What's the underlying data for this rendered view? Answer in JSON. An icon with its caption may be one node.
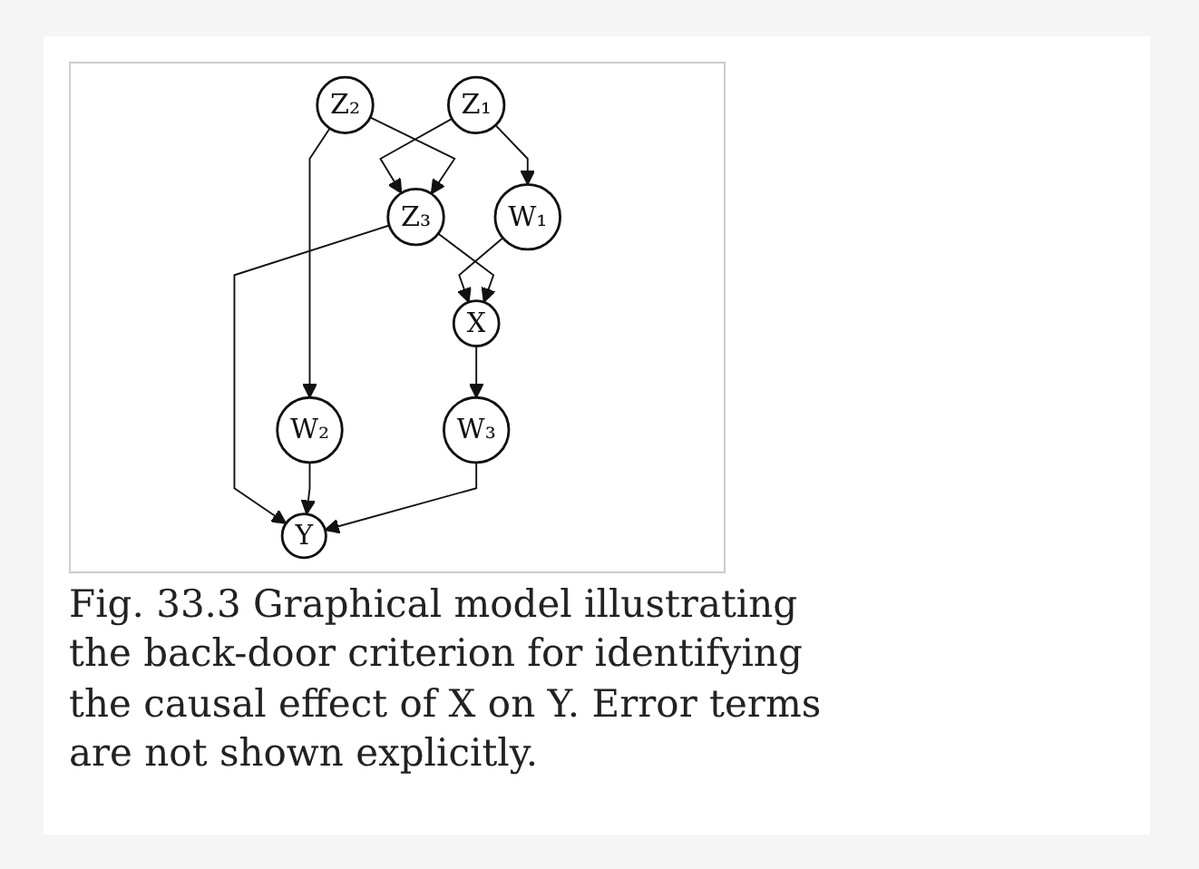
{
  "diagram": {
    "caption": "Fig. 33.3 Graphical model illustrating the back-door criterion for identifying the causal effect of X on Y. Error terms are not shown explicitly.",
    "nodes": [
      {
        "text": [
          "Z₁"
        ]
      },
      {
        "text": [
          "Z₂"
        ]
      },
      {
        "text": [
          "W₁"
        ]
      },
      {
        "text": [
          "Z₃"
        ]
      },
      {
        "text": [
          "W₂"
        ]
      },
      {
        "text": [
          "X"
        ]
      },
      {
        "text": [
          "W₃"
        ]
      },
      {
        "text": [
          "Y"
        ]
      }
    ],
    "edges": [
      {
        "from": 0,
        "to": 2,
        "arrow": "to"
      },
      {
        "from": 2,
        "to": 5,
        "arrow": "to"
      },
      {
        "from": 0,
        "to": 3,
        "arrow": "to"
      },
      {
        "from": 1,
        "to": 3,
        "arrow": "to"
      },
      {
        "from": 3,
        "to": 5,
        "arrow": "to"
      },
      {
        "from": 3,
        "to": 7,
        "arrow": "to"
      },
      {
        "from": 1,
        "to": 4,
        "arrow": "to"
      },
      {
        "from": 4,
        "to": 7,
        "arrow": "to"
      },
      {
        "from": 5,
        "to": 6,
        "arrow": "to"
      },
      {
        "from": 6,
        "to": 7,
        "arrow": "to"
      }
    ]
  }
}
